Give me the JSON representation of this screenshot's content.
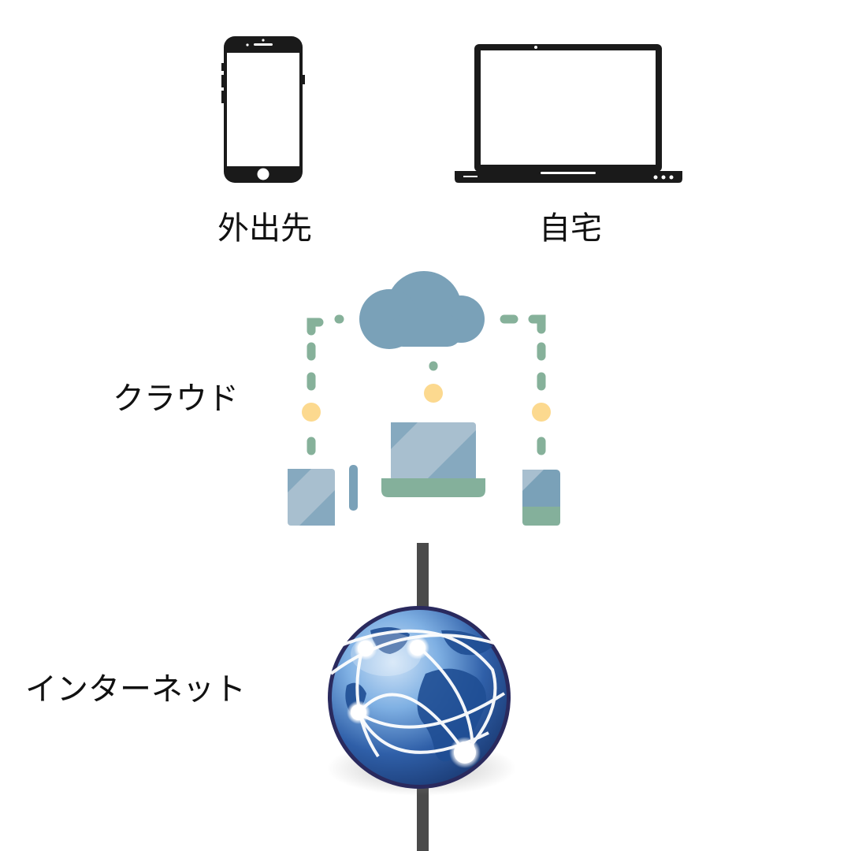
{
  "devices": {
    "phone_label": "外出先",
    "laptop_label": "自宅"
  },
  "cloud": {
    "label": "クラウド",
    "colors": {
      "cloud": "#7aa1b8",
      "dash": "#86b19a",
      "dot": "#fcd98f",
      "screen": "#a8bfcf",
      "base": "#84b09b"
    }
  },
  "internet": {
    "label": "インターネット",
    "colors": {
      "globe_dark": "#1d3f7a",
      "globe_light": "#7fb0e3",
      "line": "#4a4a4a"
    }
  }
}
